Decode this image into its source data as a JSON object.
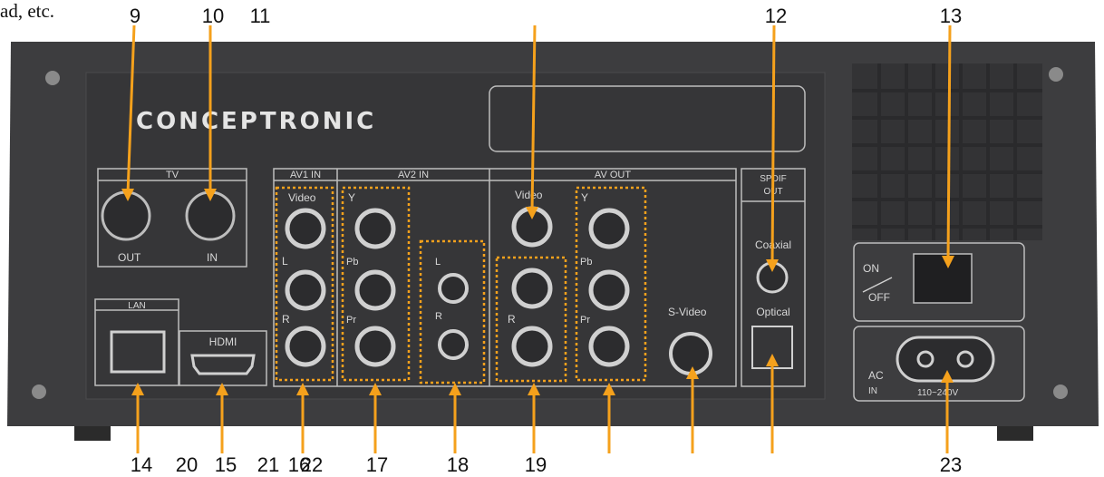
{
  "snippet": "ad, etc.",
  "logo": "CONCEPTRONIC",
  "panel": {
    "tv": "TV",
    "tv_out": "OUT",
    "tv_in": "IN",
    "av1": "AV1 IN",
    "av2": "AV2 IN",
    "avout": "AV OUT",
    "spdif": "SPDIF",
    "spdif_out": "OUT",
    "video1": "Video",
    "video_out": "Video",
    "y1": "Y",
    "y2": "Y",
    "pb1": "Pb",
    "pb2": "Pb",
    "pr1": "Pr",
    "pr2": "Pr",
    "l1": "L",
    "r1": "R",
    "l2": "L",
    "r2": "R",
    "r3": "R",
    "svideo": "S-Video",
    "coaxial": "Coaxial",
    "optical": "Optical",
    "lan": "LAN",
    "hdmi": "HDMI",
    "on": "ON",
    "off": "OFF",
    "ac": "AC",
    "in": "IN",
    "voltage": "110~240V"
  },
  "top_numbers": [
    "9",
    "10",
    "11",
    "12",
    "13"
  ],
  "bottom_numbers": [
    "14",
    "20",
    "15",
    "21",
    "16",
    "22",
    "17",
    "18",
    "19",
    "23"
  ],
  "colors": {
    "panel": "#3d3d3f",
    "accent": "#f5a11c",
    "outline": "#bdbdbd"
  }
}
